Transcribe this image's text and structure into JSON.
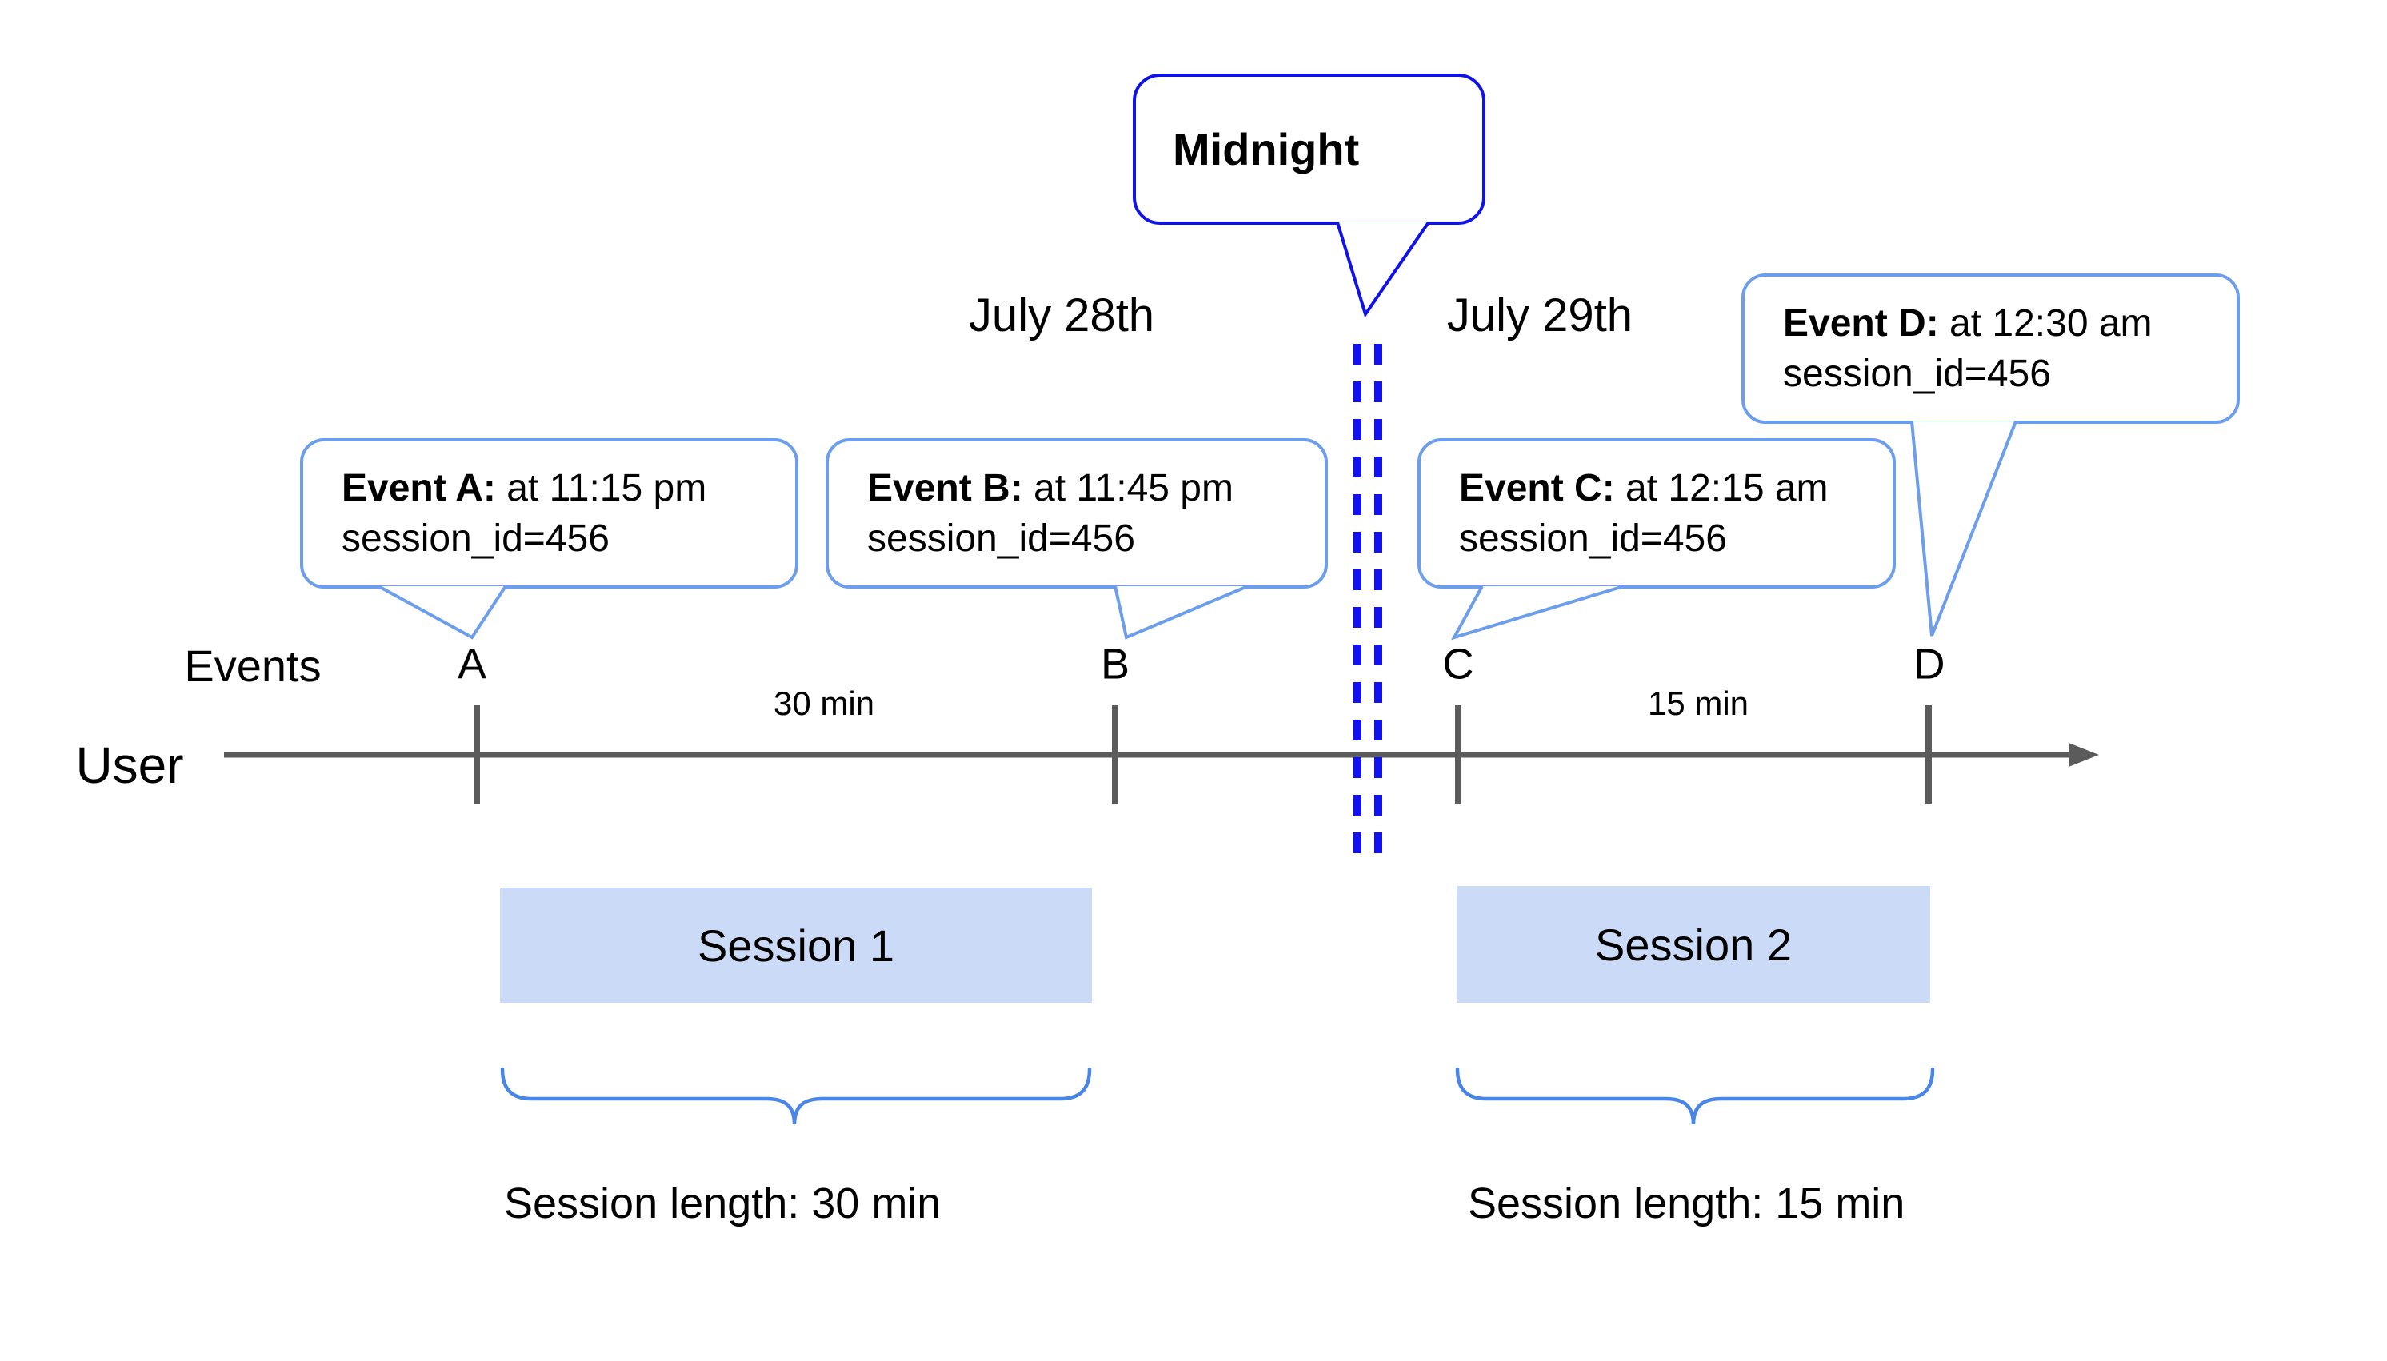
{
  "diagram": {
    "dates": {
      "left": "July 28th",
      "right": "July 29th"
    },
    "midnight": {
      "label": "Midnight"
    },
    "axis": {
      "events_label": "Events",
      "user_label": "User"
    },
    "events": [
      {
        "letter": "A",
        "title": "Event A:",
        "time": " at 11:15 pm",
        "session": "session_id=456"
      },
      {
        "letter": "B",
        "title": "Event B:",
        "time": " at 11:45 pm",
        "session": "session_id=456"
      },
      {
        "letter": "C",
        "title": "Event C:",
        "time": " at 12:15 am",
        "session": "session_id=456"
      },
      {
        "letter": "D",
        "title": "Event D:",
        "time": " at 12:30 am",
        "session": "session_id=456"
      }
    ],
    "gaps": [
      {
        "label": "30 min"
      },
      {
        "label": "15 min"
      }
    ],
    "sessions": [
      {
        "name": "Session 1",
        "length_label": "Session length: 30 min"
      },
      {
        "name": "Session 2",
        "length_label": "Session length: 15 min"
      }
    ],
    "colors": {
      "timeline_gray": "#5b5b5b",
      "event_bubble_border": "#6d9eeb",
      "midnight_blue": "#1013e8",
      "dash_blue": "#1112ee",
      "session_fill": "#cbdaf6",
      "brace_blue": "#4a86e8"
    }
  }
}
